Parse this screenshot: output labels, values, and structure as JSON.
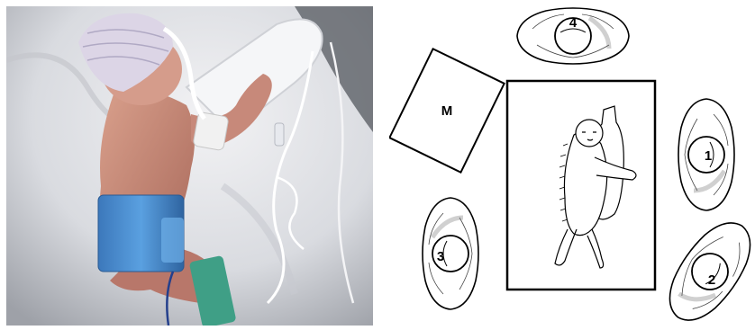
{
  "diagram": {
    "table_label": "M",
    "position_labels": [
      "1",
      "2",
      "3",
      "4"
    ]
  },
  "colors": {
    "pad_blue": "#4a8fd0",
    "tape_green": "#3f9f86",
    "blanket_white": "#e9e9ec",
    "skin": "#c98c7a",
    "hat": "#d9d2e2"
  }
}
